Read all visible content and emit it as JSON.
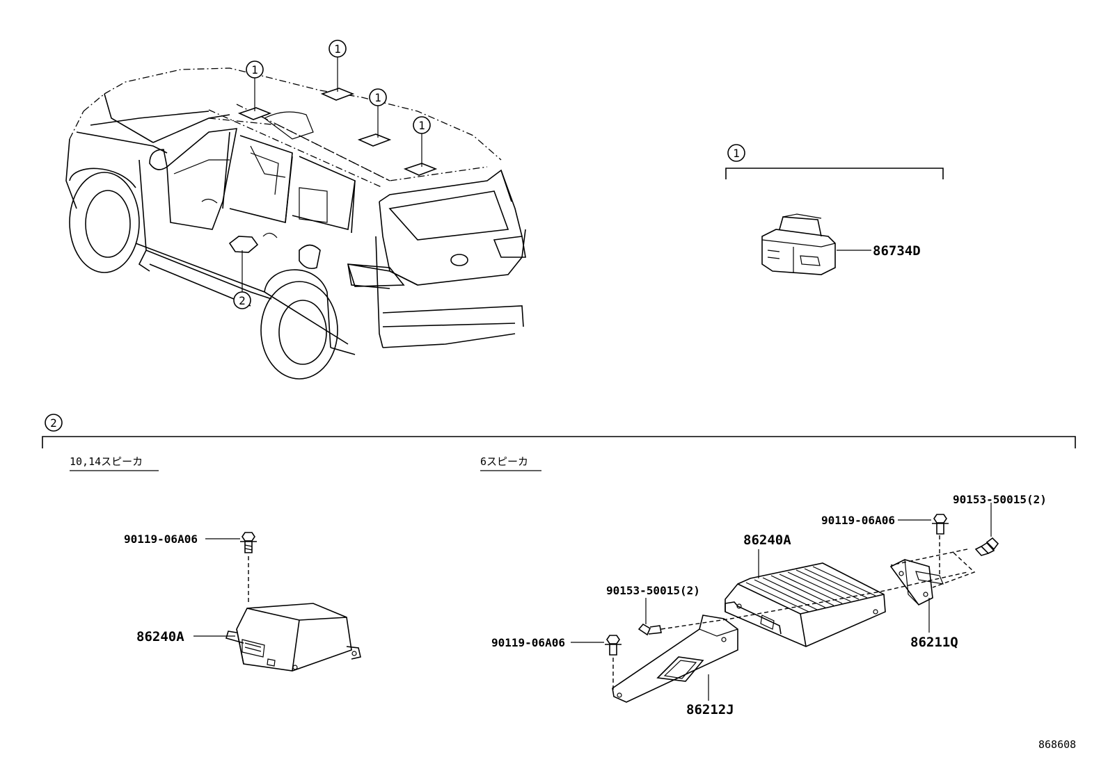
{
  "callouts": {
    "one": "1",
    "two": "2"
  },
  "groups": {
    "speaker_10_14": "10,14スピーカ",
    "speaker_6": "6スピーカ"
  },
  "parts": {
    "p86734D": "86734D",
    "p86240A_left": "86240A",
    "p90119_left": "90119-06A06",
    "p86240A_right": "86240A",
    "p90119_right_top": "90119-06A06",
    "p90153_right_top": "90153-50015(2)",
    "p90153_mid": "90153-50015(2)",
    "p90119_right_bottom": "90119-06A06",
    "p86211Q": "86211Q",
    "p86212J": "86212J"
  },
  "diagram_id": "868608"
}
